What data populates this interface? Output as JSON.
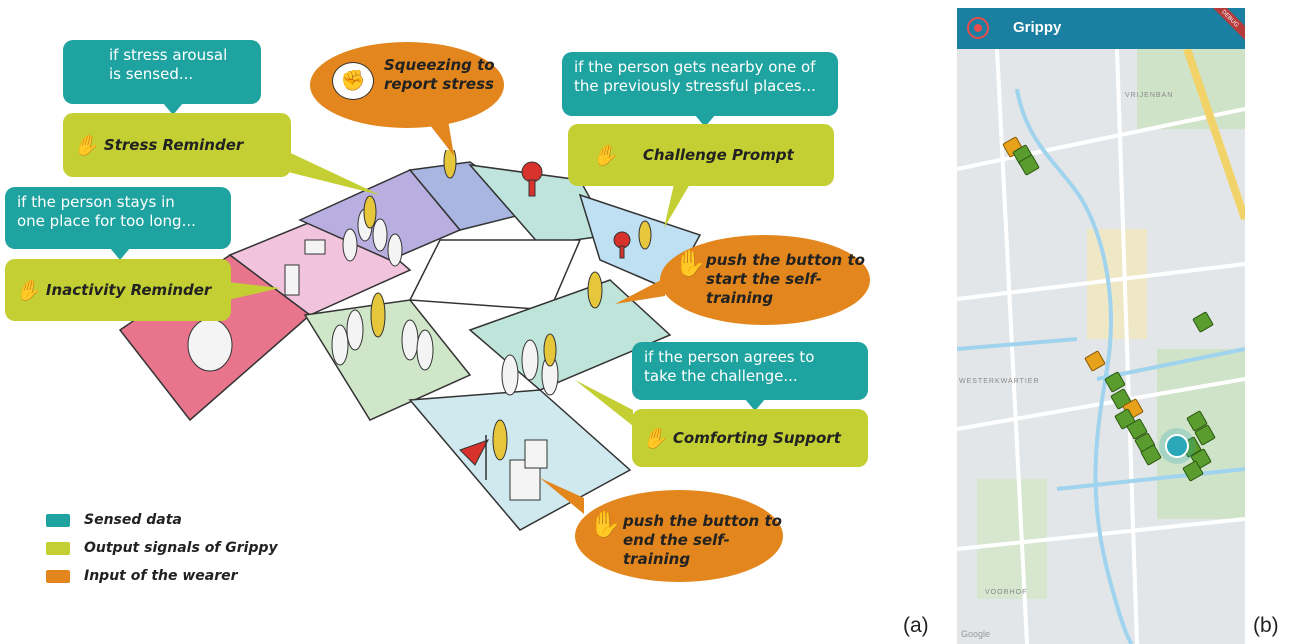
{
  "callouts": {
    "stress_sensed": "if stress arousal\nis sensed...",
    "stress_reminder": "Stress Reminder",
    "squeeze": "Squeezing to\nreport stress",
    "nearby_places": "if the person gets nearby one of\nthe previously stressful places...",
    "challenge_prompt": "Challenge Prompt",
    "stays_long": "if the person stays in\none place for too long...",
    "inactivity_reminder": "Inactivity Reminder",
    "start_training": "push the button to\nstart the self-training",
    "agrees": "if the person agrees to\ntake the challenge...",
    "comforting_support": "Comforting Support",
    "end_training": "push the button to\nend the self-training"
  },
  "legend": [
    {
      "label": "Sensed data",
      "color": "#1fa3a0"
    },
    {
      "label": "Output signals of Grippy",
      "color": "#c3cf32"
    },
    {
      "label": "Input of the wearer",
      "color": "#e2861d"
    }
  ],
  "panel_labels": {
    "a": "(a)",
    "b": "(b)"
  },
  "phone": {
    "app_title": "Grippy",
    "debug_badge": "DEBUG",
    "map_labels": {
      "vrijenban": "VRIJENBAN",
      "westerkwartier": "WESTERKWARTIER",
      "voorhof": "VOORHOF",
      "google": "Google"
    },
    "colors": {
      "appbar": "#1a7fa0",
      "marker_green": "#5a9c2e",
      "marker_orange": "#e7a11a"
    }
  }
}
